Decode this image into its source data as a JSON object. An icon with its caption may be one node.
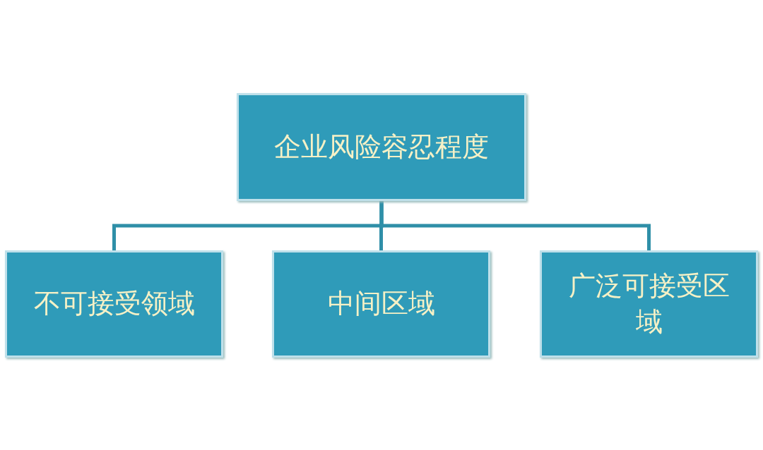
{
  "diagram": {
    "nodes": [
      {
        "text": [
          "企业风险容忍程度"
        ]
      },
      {
        "text": [
          "不可接受领域"
        ]
      },
      {
        "text": [
          "中间区域"
        ]
      },
      {
        "text": [
          "广泛可接受区域"
        ]
      }
    ],
    "edges": [
      {
        "from": 0,
        "to": 1,
        "arrow": "none"
      },
      {
        "from": 0,
        "to": 2,
        "arrow": "none"
      },
      {
        "from": 0,
        "to": 3,
        "arrow": "none"
      }
    ]
  }
}
